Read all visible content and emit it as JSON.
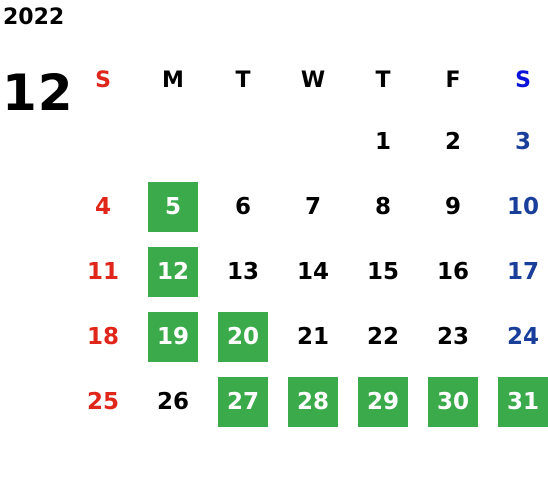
{
  "year": "2022",
  "month": "12",
  "weekdays": [
    "S",
    "M",
    "T",
    "W",
    "T",
    "F",
    "S"
  ],
  "colors": {
    "sunday": "#e0251b",
    "saturday": "#1a3f9a",
    "saturday_header": "#0a14d8",
    "highlight": "#3aaa4a"
  },
  "weeks": [
    [
      {
        "day": "",
        "hl": false
      },
      {
        "day": "",
        "hl": false
      },
      {
        "day": "",
        "hl": false
      },
      {
        "day": "",
        "hl": false
      },
      {
        "day": "1",
        "hl": false
      },
      {
        "day": "2",
        "hl": false
      },
      {
        "day": "3",
        "hl": false
      }
    ],
    [
      {
        "day": "4",
        "hl": false
      },
      {
        "day": "5",
        "hl": true
      },
      {
        "day": "6",
        "hl": false
      },
      {
        "day": "7",
        "hl": false
      },
      {
        "day": "8",
        "hl": false
      },
      {
        "day": "9",
        "hl": false
      },
      {
        "day": "10",
        "hl": false
      }
    ],
    [
      {
        "day": "11",
        "hl": false
      },
      {
        "day": "12",
        "hl": true
      },
      {
        "day": "13",
        "hl": false
      },
      {
        "day": "14",
        "hl": false
      },
      {
        "day": "15",
        "hl": false
      },
      {
        "day": "16",
        "hl": false
      },
      {
        "day": "17",
        "hl": false
      }
    ],
    [
      {
        "day": "18",
        "hl": false
      },
      {
        "day": "19",
        "hl": true
      },
      {
        "day": "20",
        "hl": true
      },
      {
        "day": "21",
        "hl": false
      },
      {
        "day": "22",
        "hl": false
      },
      {
        "day": "23",
        "hl": false
      },
      {
        "day": "24",
        "hl": false
      }
    ],
    [
      {
        "day": "25",
        "hl": false
      },
      {
        "day": "26",
        "hl": false
      },
      {
        "day": "27",
        "hl": true
      },
      {
        "day": "28",
        "hl": true
      },
      {
        "day": "29",
        "hl": true
      },
      {
        "day": "30",
        "hl": true
      },
      {
        "day": "31",
        "hl": true
      }
    ]
  ]
}
